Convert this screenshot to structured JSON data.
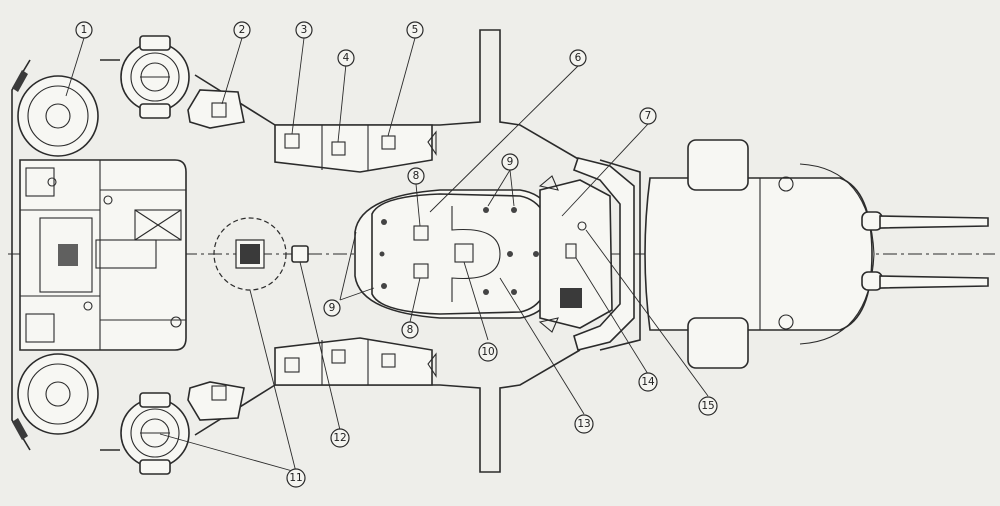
{
  "diagram": {
    "callouts": [
      {
        "id": "c1",
        "label": "1"
      },
      {
        "id": "c2",
        "label": "2"
      },
      {
        "id": "c3",
        "label": "3"
      },
      {
        "id": "c4",
        "label": "4"
      },
      {
        "id": "c5",
        "label": "5"
      },
      {
        "id": "c6",
        "label": "6"
      },
      {
        "id": "c7",
        "label": "7"
      },
      {
        "id": "c8a",
        "label": "8"
      },
      {
        "id": "c8b",
        "label": "8"
      },
      {
        "id": "c9a",
        "label": "9"
      },
      {
        "id": "c9b",
        "label": "9"
      },
      {
        "id": "c10",
        "label": "10"
      },
      {
        "id": "c11",
        "label": "11"
      },
      {
        "id": "c12",
        "label": "12"
      },
      {
        "id": "c13",
        "label": "13"
      },
      {
        "id": "c14",
        "label": "14"
      },
      {
        "id": "c15",
        "label": "15"
      }
    ]
  },
  "colors": {
    "ink": "#2b2b2b",
    "paper": "#eeeeea"
  }
}
